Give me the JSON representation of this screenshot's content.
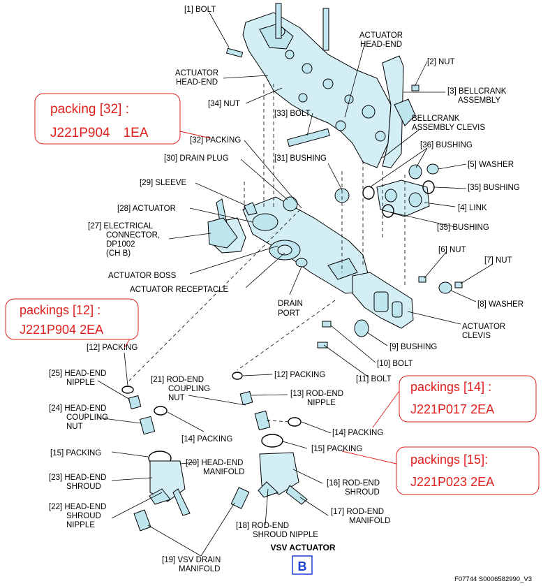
{
  "title": "VSV ACTUATOR",
  "view_badge": "B",
  "figure_id": "F07744 S0006582990_V3",
  "labels": {
    "bolt1": "[1] BOLT",
    "nut2": "[2] NUT",
    "bellcrank3_a": "[3] BELLCRANK",
    "bellcrank3_b": "ASSEMBLY",
    "actuator_head_end_top_a": "ACTUATOR",
    "actuator_head_end_top_b": "HEAD-END",
    "actuator_head_end_left_a": "ACTUATOR",
    "actuator_head_end_left_b": "HEAD-END",
    "nut34": "[34] NUT",
    "bolt33": "[33] BOLT",
    "bellcrank_clevis_a": "BELLCRANK",
    "bellcrank_clevis_b": "ASSEMBLY CLEVIS",
    "packing32": "[32] PACKING",
    "drain_plug30": "[30] DRAIN PLUG",
    "bushing31": "[31] BUSHING",
    "bushing36": "[36] BUSHING",
    "washer5": "[5] WASHER",
    "sleeve29": "[29] SLEEVE",
    "bushing35_top": "[35] BUSHING",
    "actuator28": "[28] ACTUATOR",
    "link4": "[4] LINK",
    "elec27_a": "[27] ELECTRICAL",
    "elec27_b": "CONNECTOR,",
    "elec27_c": "DP1002",
    "elec27_d": "(CH B)",
    "bushing35_bottom": "[35] BUSHING",
    "nut6": "[6] NUT",
    "nut7": "[7] NUT",
    "actuator_boss": "ACTUATOR BOSS",
    "actuator_receptacle": "ACTUATOR RECEPTACLE",
    "washer8": "[8] WASHER",
    "drain_port_a": "DRAIN",
    "drain_port_b": "PORT",
    "actuator_clevis_a": "ACTUATOR",
    "actuator_clevis_b": "CLEVIS",
    "packing12_upper": "[12] PACKING",
    "bushing9": "[9] BUSHING",
    "bolt10": "[10] BOLT",
    "bolt11": "[11] BOLT",
    "head_end_nipple25_a": "[25] HEAD-END",
    "head_end_nipple25_b": "NIPPLE",
    "packing12_lower": "[12] PACKING",
    "rod_end_coupling21_a": "[21] ROD-END",
    "rod_end_coupling21_b": "COUPLING",
    "rod_end_coupling21_c": "NUT",
    "rod_end_nipple13_a": "[13] ROD-END",
    "rod_end_nipple13_b": "NIPPLE",
    "head_end_coupling24_a": "[24] HEAD-END",
    "head_end_coupling24_b": "COUPLING",
    "head_end_coupling24_c": "NUT",
    "packing14_left": "[14] PACKING",
    "packing14_right": "[14] PACKING",
    "packing15_left": "[15] PACKING",
    "packing15_right": "[15] PACKING",
    "head_end_manifold20_a": "[20] HEAD-END",
    "head_end_manifold20_b": "MANIFOLD",
    "head_end_shroud23_a": "[23] HEAD-END",
    "head_end_shroud23_b": "SHROUD",
    "rod_end_shroud16_a": "[16] ROD-END",
    "rod_end_shroud16_b": "SHROUD",
    "head_end_shroud_nipple22_a": "[22] HEAD-END",
    "head_end_shroud_nipple22_b": "SHROUD",
    "head_end_shroud_nipple22_c": "NIPPLE",
    "rod_end_manifold17_a": "[17] ROD-END",
    "rod_end_manifold17_b": "MANIFOLD",
    "rod_end_shroud_nipple18": "[18] ROD-END",
    "rod_end_shroud_nipple18_b": "SHROUD NIPPLE",
    "vsv_drain19_a": "[19] VSV DRAIN",
    "vsv_drain19_b": "MANIFOLD"
  },
  "annotations": {
    "packing32": {
      "line1": "packing [32] :",
      "line2": "J221P904　1EA"
    },
    "packing12": {
      "line1": "packings [12] :",
      "line2": "J221P904 2EA"
    },
    "packing14": {
      "line1": "packings [14] :",
      "line2": "J221P017 2EA"
    },
    "packing15": {
      "line1": "packings [15]:",
      "line2": "J221P023 2EA"
    }
  },
  "colors": {
    "annotation": "#e0201c",
    "part_fill": "#d3eef4",
    "badge": "#1f3fd6",
    "line": "#000000"
  }
}
